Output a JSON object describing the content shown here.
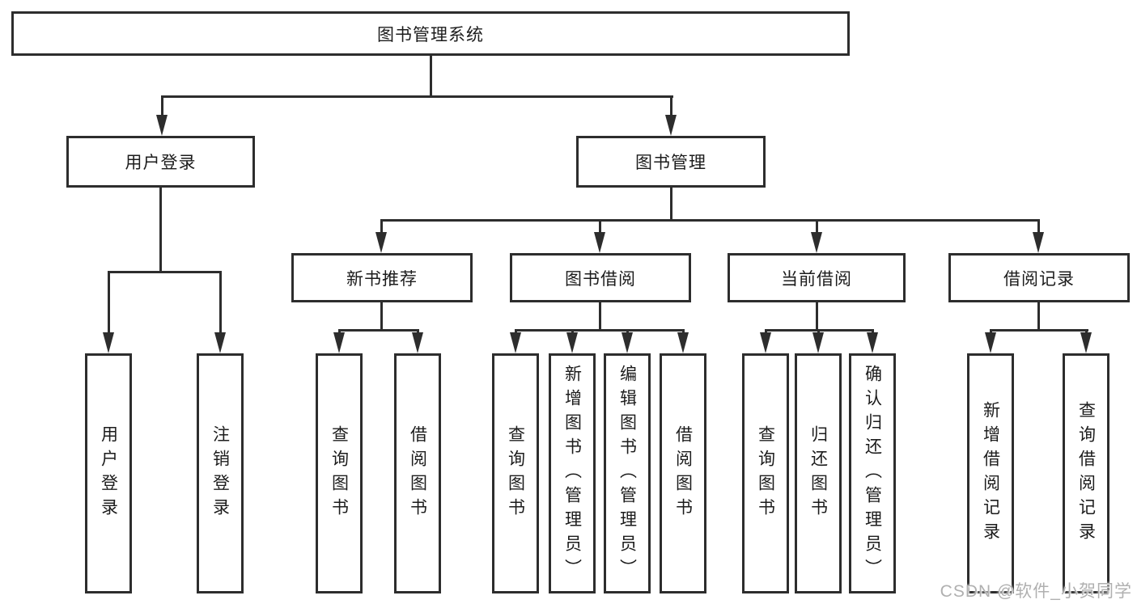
{
  "diagram": {
    "root": {
      "label": "图书管理系统"
    },
    "branches": [
      {
        "label": "用户登录",
        "leaves": [
          {
            "label": "用户登录"
          },
          {
            "label": "注销登录"
          }
        ]
      },
      {
        "label": "图书管理",
        "groups": [
          {
            "label": "新书推荐",
            "leaves": [
              {
                "label": "查询图书"
              },
              {
                "label": "借阅图书"
              }
            ]
          },
          {
            "label": "图书借阅",
            "leaves": [
              {
                "label": "查询图书"
              },
              {
                "label": "新增图书（管理员）"
              },
              {
                "label": "编辑图书（管理员）"
              },
              {
                "label": "借阅图书"
              }
            ]
          },
          {
            "label": "当前借阅",
            "leaves": [
              {
                "label": "查询图书"
              },
              {
                "label": "归还图书"
              },
              {
                "label": "确认归还（管理员）"
              }
            ]
          },
          {
            "label": "借阅记录",
            "leaves": [
              {
                "label": "新增借阅记录"
              },
              {
                "label": "查询借阅记录"
              }
            ]
          }
        ]
      }
    ]
  },
  "watermark": {
    "text": "CSDN @软件_小贺同学"
  },
  "colors": {
    "line": "#2d2d2d",
    "text": "#1c1c1c",
    "background": "#ffffff",
    "watermark": "#b0b0b0"
  }
}
